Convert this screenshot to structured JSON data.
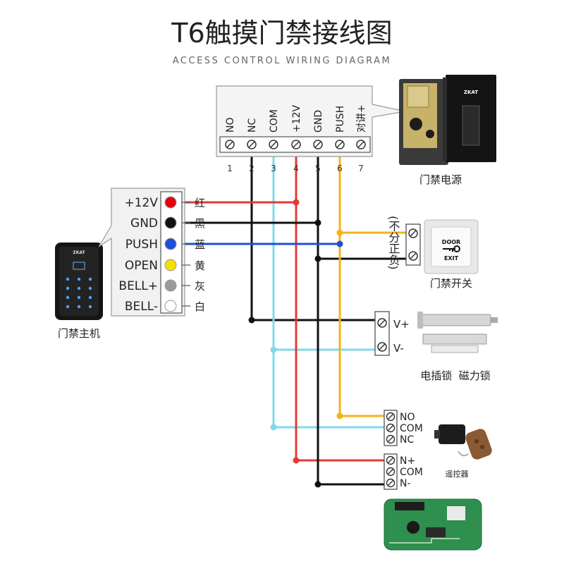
{
  "title": "T6触摸门禁接线图",
  "subtitle": "ACCESS CONTROL WIRING DIAGRAM",
  "brand": "ZKAT",
  "terminal_block": {
    "labels": [
      "NO",
      "NC",
      "COM",
      "+12V",
      "GND",
      "PUSH",
      "对讲+"
    ],
    "numbers": [
      "1",
      "2",
      "3",
      "4",
      "5",
      "6",
      "7"
    ]
  },
  "power_supply": {
    "caption": "门禁电源"
  },
  "reader": {
    "caption": "门禁主机",
    "pins": [
      {
        "label": "+12V",
        "color_name": "红",
        "color": "#e60012"
      },
      {
        "label": "GND",
        "color_name": "黑",
        "color": "#111111"
      },
      {
        "label": "PUSH",
        "color_name": "蓝",
        "color": "#1e4fd8"
      },
      {
        "label": "OPEN",
        "color_name": "黄",
        "color": "#f5e100"
      },
      {
        "label": "BELL+",
        "color_name": "灰",
        "color": "#9a9a9a"
      },
      {
        "label": "BELL-",
        "color_name": "白",
        "color": "#ffffff"
      }
    ]
  },
  "exit_button": {
    "caption": "门禁开关",
    "note": "(不分正负)",
    "plate_top": "DOOR",
    "plate_bottom": "EXIT"
  },
  "lock": {
    "caption": "电插锁  磁力锁",
    "terminals": [
      "V+",
      "V-"
    ]
  },
  "remote": {
    "caption": "遥控器",
    "relay_terminals": [
      "NO",
      "COM",
      "NC"
    ],
    "power_terminals": [
      "N+",
      "COM",
      "N-"
    ]
  },
  "colors": {
    "red": "#e53935",
    "black": "#111111",
    "blue": "#1e4fd8",
    "cyan": "#7fd8ee",
    "yellow": "#f6b21b"
  }
}
